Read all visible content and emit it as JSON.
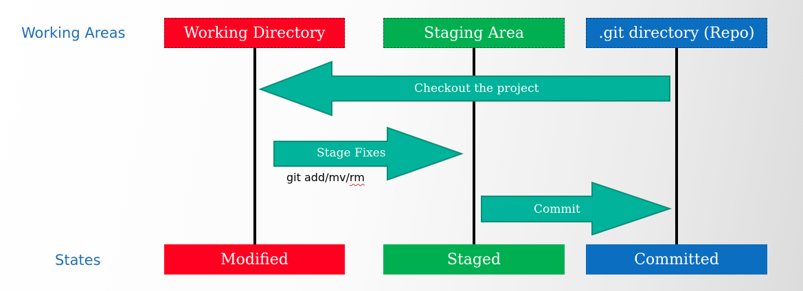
{
  "row_labels": {
    "working_areas": "Working Areas",
    "states": "States"
  },
  "areas": [
    {
      "label": "Working Directory",
      "color": "#ff0020"
    },
    {
      "label": "Staging Area",
      "color": "#00b050"
    },
    {
      "label": ".git directory (Repo)",
      "color": "#0b6ec1"
    }
  ],
  "states": [
    {
      "label": "Modified",
      "color": "#ff0020"
    },
    {
      "label": "Staged",
      "color": "#00b050"
    },
    {
      "label": "Committed",
      "color": "#0b6ec1"
    }
  ],
  "arrows": {
    "color": "#00b39a",
    "checkout": {
      "label": "Checkout the project"
    },
    "stage": {
      "label": "Stage Fixes",
      "command_prefix": "git add/mv/",
      "command_suffix": "rm"
    },
    "commit": {
      "label": "Commit"
    }
  }
}
